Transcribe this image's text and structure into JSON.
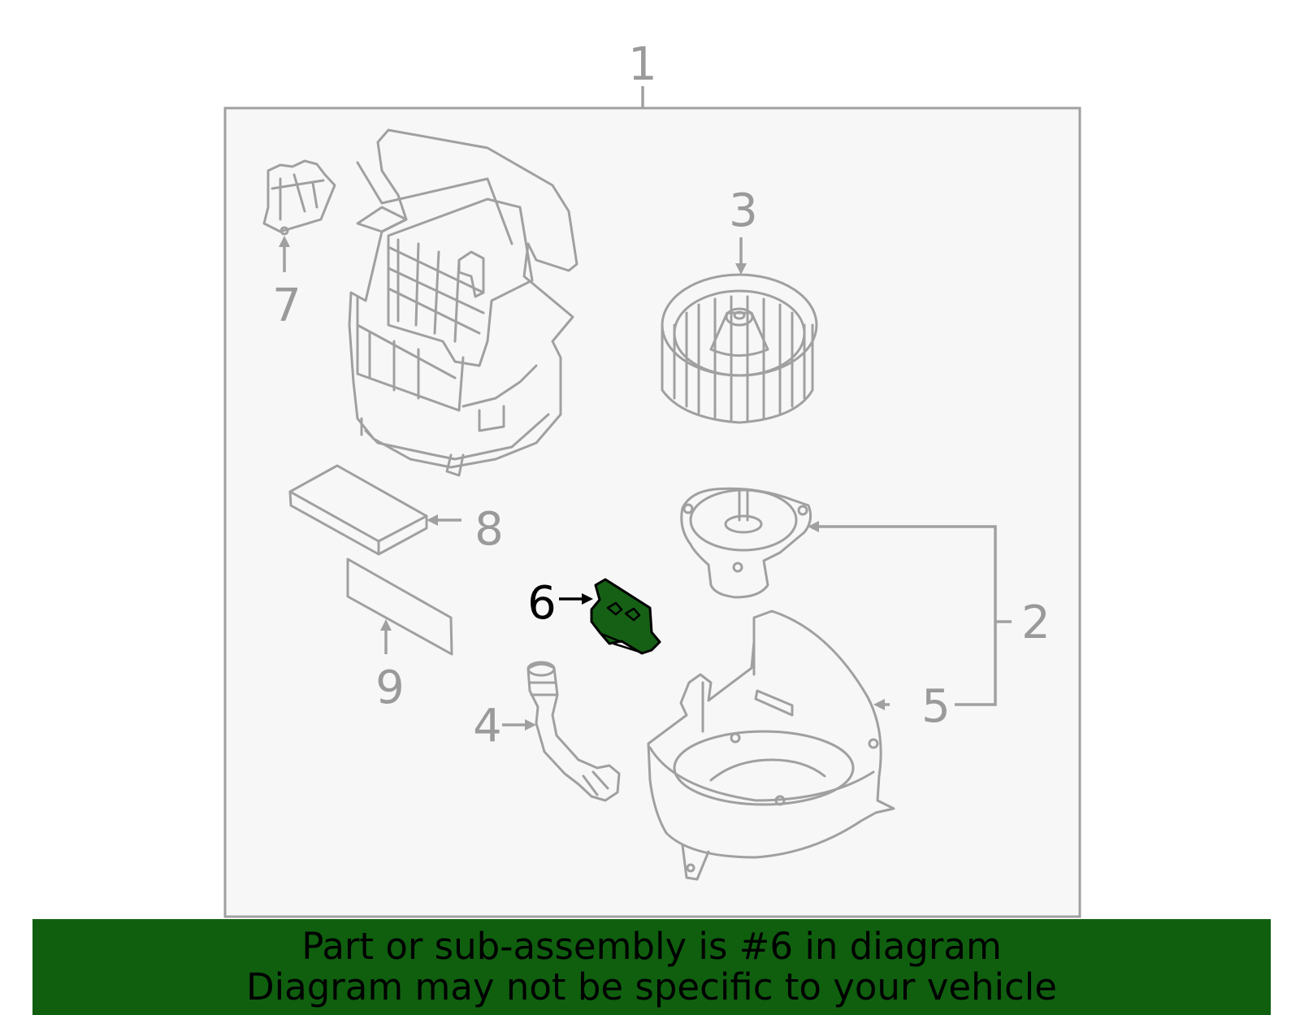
{
  "callouts": {
    "c1": "1",
    "c2": "2",
    "c3": "3",
    "c4": "4",
    "c5": "5",
    "c6": "6",
    "c7": "7",
    "c8": "8",
    "c9": "9"
  },
  "highlight": {
    "part_number": "6",
    "fill_color": "#156015",
    "text_color": "#000000"
  },
  "colors": {
    "line": "#a0a0a0",
    "panel": "#f7f7f7",
    "banner": "#0f5f0f"
  },
  "banner": {
    "line1": "Part or sub-assembly is #6 in diagram",
    "line2": "Diagram may not be specific to your vehicle"
  }
}
